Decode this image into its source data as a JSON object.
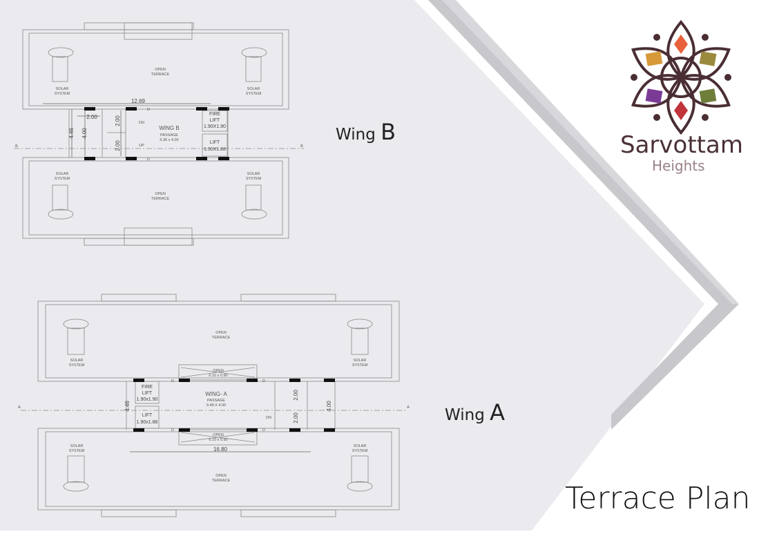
{
  "title": "Terrace Plan",
  "brand": {
    "name": "Sarvottam",
    "sub": "Heights",
    "colors": [
      "#e8613c",
      "#9a8a3e",
      "#6f7d3a",
      "#c0343a",
      "#7b3a96",
      "#d79a3a",
      "#4a2e33"
    ]
  },
  "wing_b": {
    "prefix": "Wing ",
    "letter": "B",
    "open": [
      "OPEN",
      "TERRACE"
    ],
    "solar": [
      "SOLAR",
      "SYSTEM"
    ],
    "dim_width": "12.69",
    "dim_height": "4.46",
    "dim_core": "4.00",
    "dim_stair": "2.00",
    "passage": "WING B",
    "passage_sub": "PASSAGE",
    "passage_size": "5.36 x 4.00",
    "fire_lift": "FIRE",
    "lift_word": "LIFT",
    "fire_lift_size": "1.90X1.90",
    "lift_size": "1.90X1.88",
    "dn": "DN",
    "up": "UP",
    "door": "D",
    "section": "B"
  },
  "wing_a": {
    "prefix": "Wing ",
    "letter": "A",
    "open": [
      "OPEN",
      "TERRACE"
    ],
    "solar": [
      "SOLAR",
      "SYSTEM"
    ],
    "dim_width": "16.80",
    "dim_height": "4.46",
    "dim_core": "4.00",
    "dim_stair": "2.00",
    "passage": "WING- A",
    "passage_sub": "PASSAGE",
    "passage_size": "9.48 X 4.00",
    "fire_lift": "FIRE",
    "lift_word": "LIFT",
    "fire_lift_size": "1.90x1.90",
    "lift_size": "1.90x1.88",
    "open_duct": "OPEN",
    "open_duct_size": "6.10 x 0.90",
    "dn": "DN",
    "door": "D",
    "section": "A"
  }
}
